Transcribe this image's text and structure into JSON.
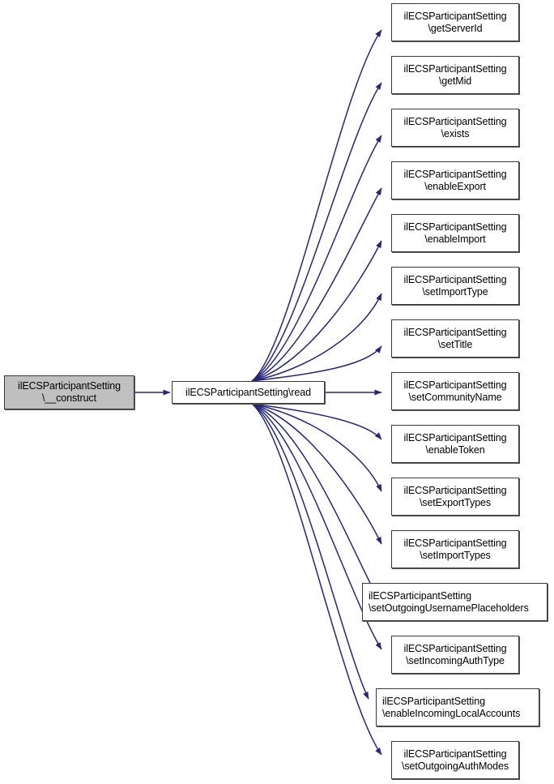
{
  "diagram": {
    "type": "call-graph",
    "title": "ilECSParticipantSetting::__construct call graph",
    "background_color": "#ffffff",
    "edge_color": "#26267a",
    "node_border_color": "#3a3a3a",
    "root_fill_color": "#c0c0c0",
    "node_fill_color": "#ffffff"
  },
  "root": {
    "line1": "ilECSParticipantSetting",
    "line2": "\\__construct"
  },
  "middle": {
    "line1": "ilECSParticipantSetting\\read"
  },
  "targets": [
    {
      "line1": "ilECSParticipantSetting",
      "line2": "\\getServerId"
    },
    {
      "line1": "ilECSParticipantSetting",
      "line2": "\\getMid"
    },
    {
      "line1": "ilECSParticipantSetting",
      "line2": "\\exists"
    },
    {
      "line1": "ilECSParticipantSetting",
      "line2": "\\enableExport"
    },
    {
      "line1": "ilECSParticipantSetting",
      "line2": "\\enableImport"
    },
    {
      "line1": "ilECSParticipantSetting",
      "line2": "\\setImportType"
    },
    {
      "line1": "ilECSParticipantSetting",
      "line2": "\\setTitle"
    },
    {
      "line1": "ilECSParticipantSetting",
      "line2": "\\setCommunityName"
    },
    {
      "line1": "ilECSParticipantSetting",
      "line2": "\\enableToken"
    },
    {
      "line1": "ilECSParticipantSetting",
      "line2": "\\setExportTypes"
    },
    {
      "line1": "ilECSParticipantSetting",
      "line2": "\\setImportTypes"
    },
    {
      "line1": "ilECSParticipantSetting",
      "line2": "\\setOutgoingUsernamePlaceholders"
    },
    {
      "line1": "ilECSParticipantSetting",
      "line2": "\\setIncomingAuthType"
    },
    {
      "line1": "ilECSParticipantSetting",
      "line2": "\\enableIncomingLocalAccounts"
    },
    {
      "line1": "ilECSParticipantSetting",
      "line2": "\\setOutgoingAuthModes"
    }
  ]
}
